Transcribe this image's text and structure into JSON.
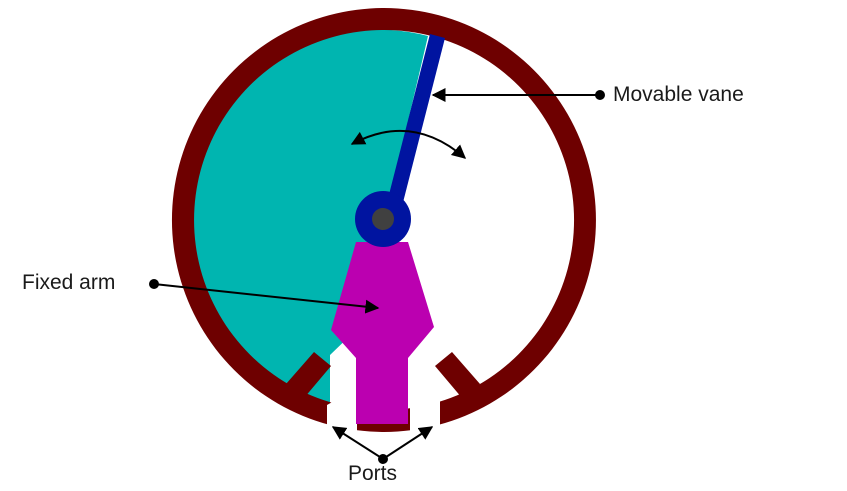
{
  "labels": {
    "movable_vane": "Movable vane",
    "fixed_arm": "Fixed arm",
    "ports": "Ports"
  },
  "colors": {
    "housing": "#6e0000",
    "chamber_fill": "#00b5b0",
    "vane": "#0014a0",
    "fixed_arm": "#bb00b0",
    "hub_center": "#404040",
    "callout": "#000000"
  }
}
